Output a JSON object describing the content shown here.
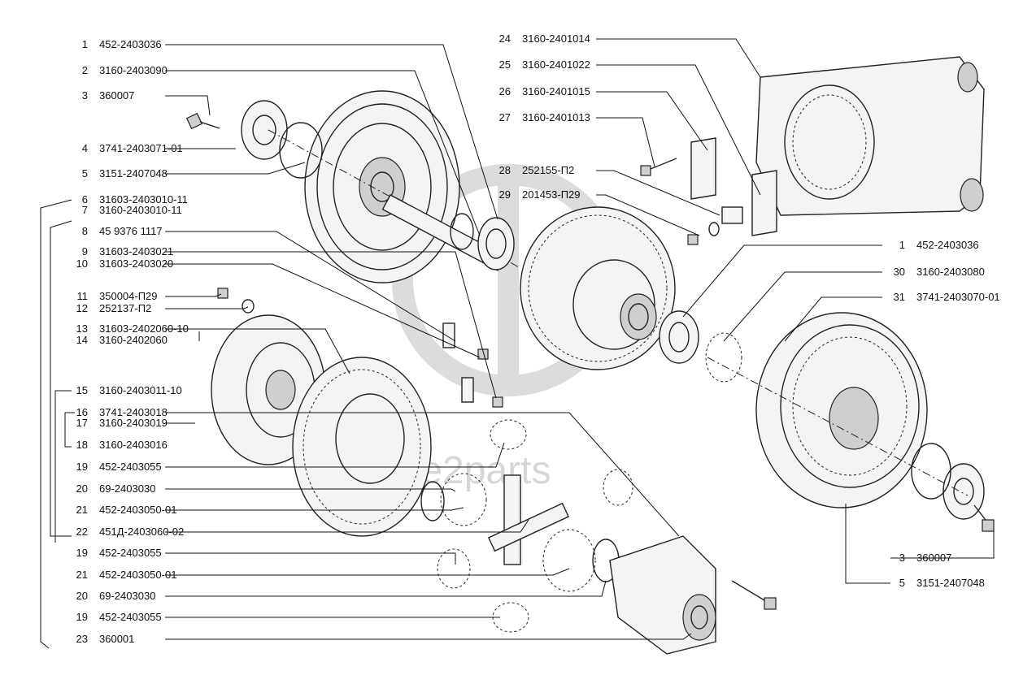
{
  "watermark": {
    "text": "drive2parts"
  },
  "callouts_left": [
    {
      "num": "1",
      "code": "452-2403036"
    },
    {
      "num": "2",
      "code": "3160-2403090"
    },
    {
      "num": "3",
      "code": "360007"
    },
    {
      "num": "4",
      "code": "3741-2403071-01"
    },
    {
      "num": "5",
      "code": "3151-2407048"
    },
    {
      "num": "6",
      "code": "31603-2403010-11"
    },
    {
      "num": "7",
      "code": "3160-2403010-11"
    },
    {
      "num": "8",
      "code": "45  9376  1117"
    },
    {
      "num": "9",
      "code": "31603-2403021"
    },
    {
      "num": "10",
      "code": "31603-2403020"
    },
    {
      "num": "11",
      "code": "350004-П29"
    },
    {
      "num": "12",
      "code": "252137-П2"
    },
    {
      "num": "13",
      "code": "31603-2402060-10"
    },
    {
      "num": "14",
      "code": "3160-2402060"
    },
    {
      "num": "15",
      "code": "3160-2403011-10"
    },
    {
      "num": "16",
      "code": "3741-2403018"
    },
    {
      "num": "17",
      "code": "3160-2403019"
    },
    {
      "num": "18",
      "code": "3160-2403016"
    },
    {
      "num": "19",
      "code": "452-2403055"
    },
    {
      "num": "20",
      "code": "69-2403030"
    },
    {
      "num": "21",
      "code": "452-2403050-01"
    },
    {
      "num": "22",
      "code": "451Д-2403060-02"
    },
    {
      "num": "19",
      "code": "452-2403055"
    },
    {
      "num": "21",
      "code": "452-2403050-01"
    },
    {
      "num": "20",
      "code": "69-2403030"
    },
    {
      "num": "19",
      "code": "452-2403055"
    },
    {
      "num": "23",
      "code": "360001"
    }
  ],
  "callouts_right_top": [
    {
      "num": "24",
      "code": "3160-2401014"
    },
    {
      "num": "25",
      "code": "3160-2401022"
    },
    {
      "num": "26",
      "code": "3160-2401015"
    },
    {
      "num": "27",
      "code": "3160-2401013"
    },
    {
      "num": "28",
      "code": "252155-П2"
    },
    {
      "num": "29",
      "code": "201453-П29"
    }
  ],
  "callouts_right_mid": [
    {
      "num": "1",
      "code": "452-2403036"
    },
    {
      "num": "30",
      "code": "3160-2403080"
    },
    {
      "num": "31",
      "code": "3741-2403070-01"
    }
  ],
  "callouts_right_bottom": [
    {
      "num": "3",
      "code": "360007"
    },
    {
      "num": "5",
      "code": "3151-2407048"
    }
  ]
}
